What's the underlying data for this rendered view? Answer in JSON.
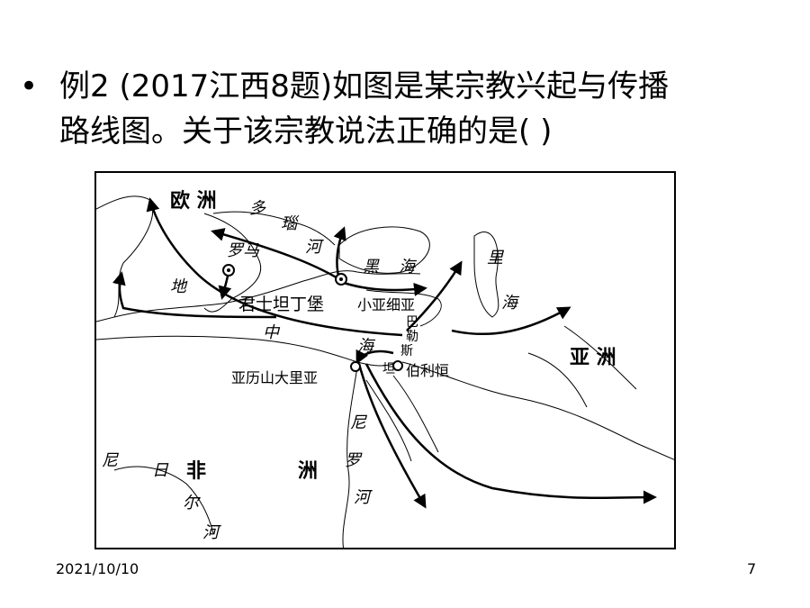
{
  "question": {
    "bullet": "•",
    "line1": "例2    (2017江西8题)如图是某宗教兴起与传播",
    "line2": "路线图。关于该宗教说法正确的是(        )"
  },
  "map": {
    "labels": {
      "europe": "欧  洲",
      "danube_1": "多",
      "danube_2": "瑙",
      "danube_3": "河",
      "rome": "罗马",
      "black_sea_1": "黑",
      "black_sea_2": "海",
      "caspian_1": "里",
      "caspian_2": "海",
      "med_1": "地",
      "med_2": "中",
      "med_3": "海",
      "constantinople": "君士坦丁堡",
      "asia_minor": "小亚细亚",
      "palestine_1": "巴",
      "palestine_2": "勒",
      "palestine_3": "斯",
      "palestine_4": "坦",
      "bethlehem": "伯利恒",
      "alexandria": "亚历山大里亚",
      "asia": "亚  洲",
      "africa_1": "非",
      "africa_2": "洲",
      "nile_1": "尼",
      "nile_2": "罗",
      "nile_3": "河",
      "niger_1": "尼",
      "niger_2": "日",
      "niger_3": "尔",
      "niger_4": "河"
    },
    "colors": {
      "ink": "#000000",
      "paper": "#ffffff"
    }
  },
  "footer": {
    "date": "2021/10/10",
    "page": "7"
  }
}
